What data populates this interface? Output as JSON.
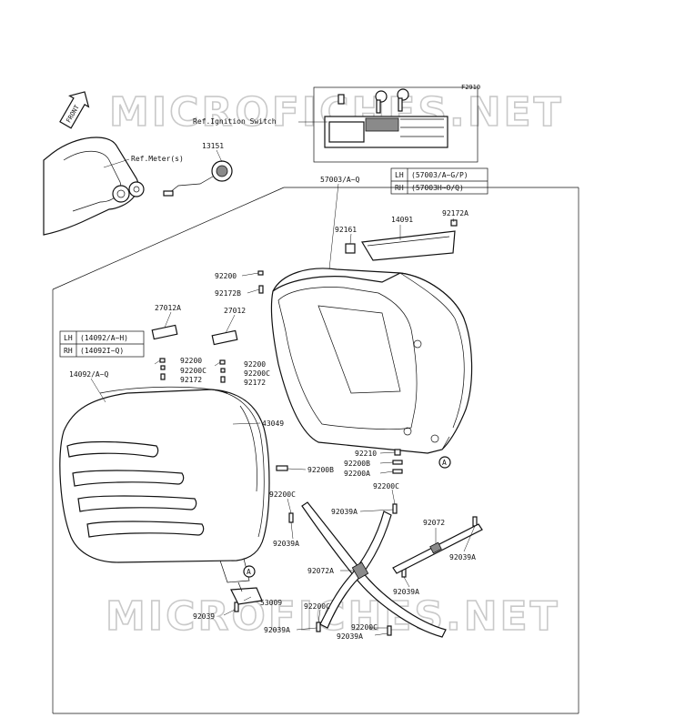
{
  "figure_code": "F2910",
  "front_label": "FRONT",
  "watermark": "MICROFICHES.NET",
  "refs": {
    "ignition": "Ref.Ignition Switch",
    "meter": "Ref.Meter(s)"
  },
  "table_top": {
    "rows": [
      {
        "side": "LH",
        "value": "(57003/A~G/P)"
      },
      {
        "side": "RH",
        "value": "(57003H~O/Q)"
      }
    ]
  },
  "table_left": {
    "rows": [
      {
        "side": "LH",
        "value": "(14092/A~H)"
      },
      {
        "side": "RH",
        "value": "(14092I~Q)"
      }
    ]
  },
  "callout_a": "A",
  "parts": [
    {
      "id": "p13151",
      "text": "13151"
    },
    {
      "id": "p57003",
      "text": "57003/A~Q"
    },
    {
      "id": "p92161",
      "text": "92161"
    },
    {
      "id": "p14091",
      "text": "14091"
    },
    {
      "id": "p92172A",
      "text": "92172A"
    },
    {
      "id": "p92200a",
      "text": "92200"
    },
    {
      "id": "p92172B",
      "text": "92172B"
    },
    {
      "id": "p27012A",
      "text": "27012A"
    },
    {
      "id": "p27012",
      "text": "27012"
    },
    {
      "id": "p92200b",
      "text": "92200"
    },
    {
      "id": "p92200Ca",
      "text": "92200C"
    },
    {
      "id": "p92172a",
      "text": "92172"
    },
    {
      "id": "p92200c",
      "text": "92200"
    },
    {
      "id": "p92200Cb",
      "text": "92200C"
    },
    {
      "id": "p92172b",
      "text": "92172"
    },
    {
      "id": "p14092",
      "text": "14092/A~Q"
    },
    {
      "id": "p43049",
      "text": "43049"
    },
    {
      "id": "p92210",
      "text": "92210"
    },
    {
      "id": "p92200B",
      "text": "92200B"
    },
    {
      "id": "p92200A",
      "text": "92200A"
    },
    {
      "id": "p92200Bb",
      "text": "92200B"
    },
    {
      "id": "p92200Cc",
      "text": "92200C"
    },
    {
      "id": "p92200Cd",
      "text": "92200C"
    },
    {
      "id": "p92039Aa",
      "text": "92039A"
    },
    {
      "id": "p92039Ab",
      "text": "92039A"
    },
    {
      "id": "p92072",
      "text": "92072"
    },
    {
      "id": "p92039Ac",
      "text": "92039A"
    },
    {
      "id": "p92072A",
      "text": "92072A"
    },
    {
      "id": "p92039Ad",
      "text": "92039A"
    },
    {
      "id": "p53009",
      "text": "53009"
    },
    {
      "id": "p92039",
      "text": "92039"
    },
    {
      "id": "p92200Ce",
      "text": "92200C"
    },
    {
      "id": "p92039Ae",
      "text": "92039A"
    },
    {
      "id": "p92200Cf",
      "text": "92200C"
    },
    {
      "id": "p92039Af",
      "text": "92039A"
    }
  ]
}
